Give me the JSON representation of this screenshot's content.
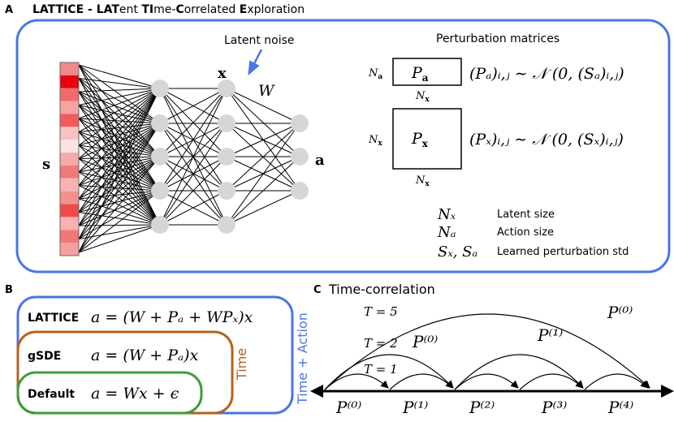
{
  "panel_a": {
    "letter": "A",
    "title_parts": [
      {
        "t": "LAT",
        "b": true
      },
      {
        "t": "TICE - ",
        "b": true
      },
      {
        "t": "LAT",
        "b": true
      },
      {
        "t": "ent ",
        "b": false
      },
      {
        "t": "TI",
        "b": true
      },
      {
        "t": "me-",
        "b": false
      },
      {
        "t": "C",
        "b": true
      },
      {
        "t": "orrelated ",
        "b": false
      },
      {
        "t": "E",
        "b": true
      },
      {
        "t": "xploration",
        "b": false
      }
    ],
    "latent_noise": "Latent noise",
    "state_symbol": "s",
    "latent_symbol": "x",
    "action_symbol": "a",
    "weight_symbol": "W",
    "perturbation_title": "Perturbation matrices",
    "matrix_a": {
      "symbol": "P",
      "sub": "a",
      "row_dim": "N",
      "row_dim_sub": "a",
      "col_dim": "N",
      "col_dim_sub": "x"
    },
    "matrix_x": {
      "symbol": "P",
      "sub": "x",
      "row_dim": "N",
      "row_dim_sub": "x",
      "col_dim": "N",
      "col_dim_sub": "x"
    },
    "eq_a": "(Pₐ)ᵢ,ⱼ ∼ 𝒩 (0, (Sₐ)ᵢ,ⱼ)",
    "eq_x": "(Pₓ)ᵢ,ⱼ ∼ 𝒩 (0, (Sₓ)ᵢ,ⱼ)",
    "legend": [
      {
        "symbol": "Nₓ",
        "desc": "Latent size"
      },
      {
        "symbol": "Nₐ",
        "desc": "Action size"
      },
      {
        "symbol": "Sₓ, Sₐ",
        "desc": "Learned perturbation std"
      }
    ],
    "state_cells": [
      "#f08a8a",
      "#e8000a",
      "#f26a6a",
      "#f7a3a3",
      "#f45a5a",
      "#f9c2c2",
      "#fde2e2",
      "#f6aaaa",
      "#f27a7a",
      "#f8b4b4",
      "#f49090",
      "#ef4a4a",
      "#f8b0b0",
      "#f27878",
      "#f5a0a0"
    ]
  },
  "panel_b": {
    "letter": "B",
    "rows": [
      {
        "name": "LATTICE",
        "eq": "a = (W + Pₐ + WPₓ)x"
      },
      {
        "name": "gSDE",
        "eq": "a = (W + Pₐ)x"
      },
      {
        "name": "Default",
        "eq": "a = Wx + ϵ"
      }
    ],
    "time_label": "Time",
    "time_action_label": "Time + Action",
    "colors": {
      "lattice": "#4a74e8",
      "gsde": "#b5611c",
      "default": "#3b9e3b"
    }
  },
  "panel_c": {
    "letter": "C",
    "title": "Time-correlation",
    "t_labels": [
      "T = 5",
      "T = 2",
      "T = 1"
    ],
    "bottom_labels": [
      "P⁽⁰⁾",
      "P⁽¹⁾",
      "P⁽²⁾",
      "P⁽³⁾",
      "P⁽⁴⁾"
    ],
    "arc_labels": [
      "P⁽⁰⁾",
      "P⁽¹⁾",
      "P⁽⁰⁾"
    ]
  }
}
